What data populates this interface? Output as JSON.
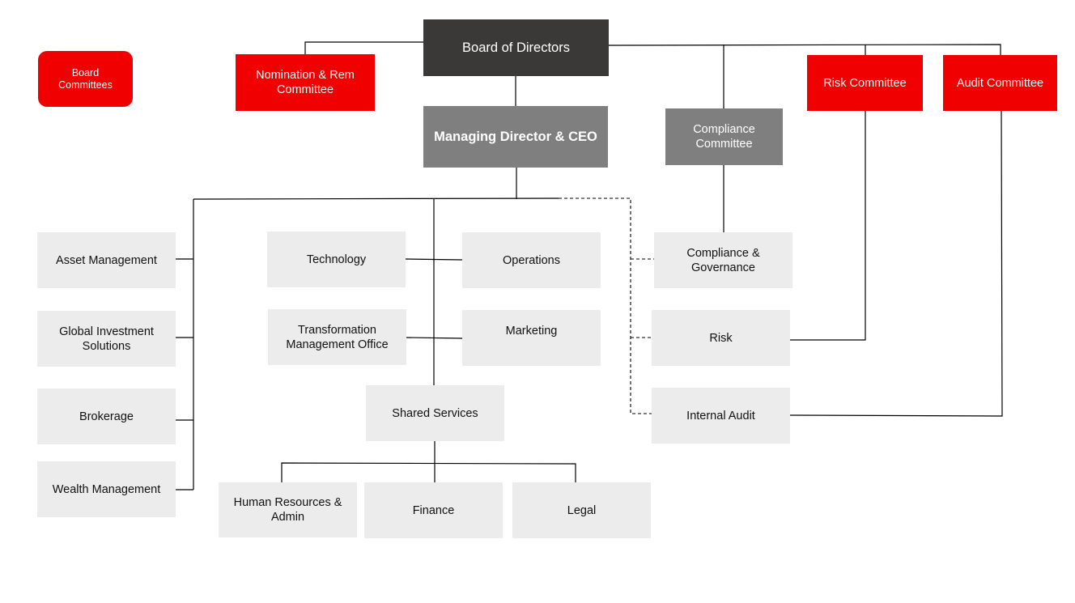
{
  "colors": {
    "board": "#3b3938",
    "executive": "#7f7f7f",
    "committee": "#f00000",
    "department": "#ececec",
    "line": "#000000"
  },
  "legend": {
    "label": "Board\nCommittees"
  },
  "nodes": {
    "board": "Board of Directors",
    "nomination": "Nomination & Rem\nCommittee",
    "risk_committee": "Risk Committee",
    "audit_committee": "Audit Committee",
    "ceo": "Managing Director & CEO",
    "compliance_committee": "Compliance\nCommittee",
    "asset_management": "Asset Management",
    "global_investment": "Global Investment\nSolutions",
    "brokerage": "Brokerage",
    "wealth_management": "Wealth Management",
    "technology": "Technology",
    "operations": "Operations",
    "tmo": "Transformation\nManagement Office",
    "marketing": "Marketing",
    "shared_services": "Shared Services",
    "hr_admin": "Human Resources &\nAdmin",
    "finance": "Finance",
    "legal": "Legal",
    "compliance_governance": "Compliance &\nGovernance",
    "risk": "Risk",
    "internal_audit": "Internal Audit"
  }
}
